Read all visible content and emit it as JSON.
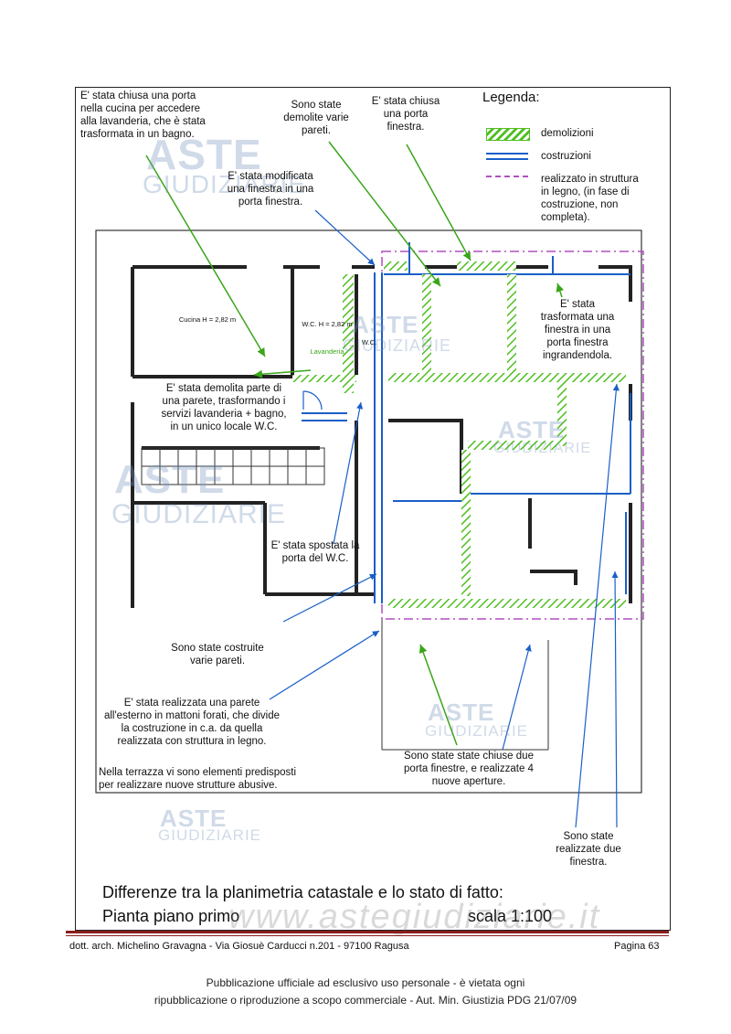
{
  "legend": {
    "title": "Legenda:",
    "items": [
      {
        "label": "demolizioni",
        "color": "#4fbf1f"
      },
      {
        "label": "costruzioni",
        "color": "#1a5fc8"
      },
      {
        "label": "realizzato in struttura\nin legno, (in fase di\ncostruzione, non\ncompleta).",
        "color": "#b04fc0"
      }
    ]
  },
  "annotations": {
    "porta_cucina": "E' stata chiusa una porta\nnella cucina per accedere\nalla lavanderia, che è stata\ntrasformata in un bagno.",
    "pareti_demolite": "Sono state\ndemolite varie\npareti.",
    "porta_finestra_chiusa": "E' stata chiusa\nuna porta\nfinestra.",
    "finestra_modificata": "E' stata modificata\nuna finestra in una\nporta finestra.",
    "finestra_trasformata": "E' stata\ntrasformata una\nfinestra in una\nporta finestra\ningrandendola.",
    "parete_demolita": "E' stata demolita parte di\nuna parete, trasformando i\nservizi lavanderia + bagno,\nin un unico locale W.C.",
    "porta_spostata": "E' stata spostata la\nporta del W.C.",
    "pareti_costruite": "Sono state costruite\nvarie pareti.",
    "parete_esterna": "E' stata realizzata una parete\nall'esterno in mattoni forati, che divide\nla costruzione in c.a. da quella\nrealizzata con struttura in legno.",
    "terrazza": "Nella terrazza vi sono elementi predisposti\nper realizzare nuove strutture abusive.",
    "porte_chiuse": "Sono state state chiuse due\nporta finestre, e realizzate 4\nnuove aperture.",
    "finestra_realizzate": "Sono state\nrealizzate due\nfinestra."
  },
  "rooms": {
    "cucina": "Cucina\nH = 2,82 m",
    "wc": "W.C.\nH = 2,82 m",
    "lavanderia": "Lavanderia",
    "wc_small": "W.C."
  },
  "title": {
    "line1": "Differenze tra la planimetria catastale e lo stato di fatto:",
    "line2": "Pianta piano primo",
    "scale": "scala 1:100"
  },
  "watermark": {
    "line1": "ASTE",
    "line2": "GIUDIZIARIE",
    "site": "www.astegiudiziarie.it"
  },
  "footer": {
    "author": "dott. arch. Michelino Gravagna - Via Giosuè Carducci n.201 - 97100 Ragusa",
    "page": "Pagina 63"
  },
  "publication": {
    "line1": "Pubblicazione ufficiale ad esclusivo uso personale - è vietata ogni",
    "line2": "ripubblicazione o riproduzione a scopo commerciale - Aut. Min. Giustizia PDG 21/07/09"
  },
  "colors": {
    "demolizioni": "#4fbf1f",
    "costruzioni": "#1a5fc8",
    "legno": "#b04fc0"
  }
}
